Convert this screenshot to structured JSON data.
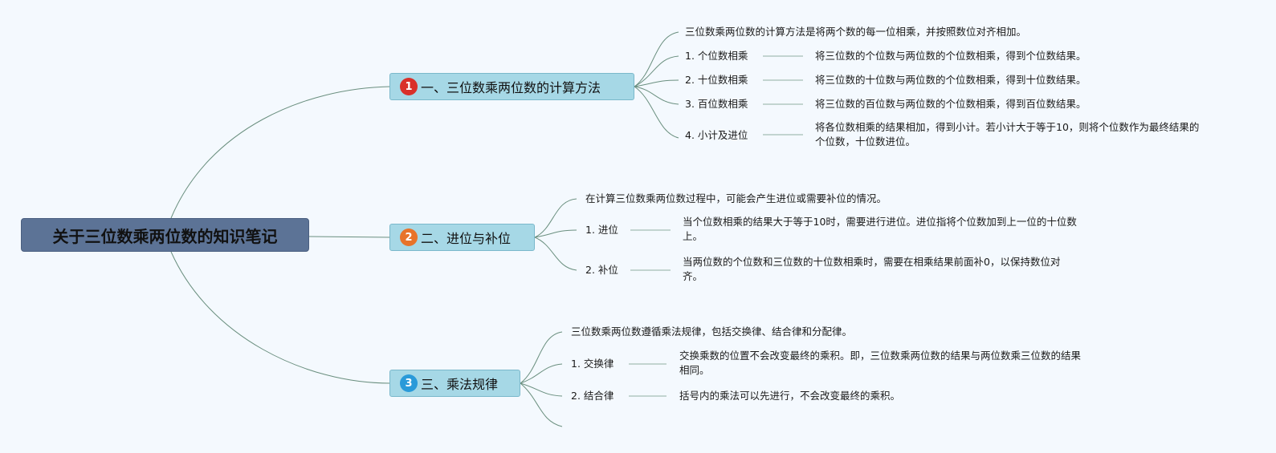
{
  "root": {
    "title": "关于三位数乘两位数的知识笔记"
  },
  "branches": [
    {
      "number": "1",
      "badge_color": "#d9302a",
      "title": "一、三位数乘两位数的计算方法",
      "summary": "三位数乘两位数的计算方法是将两个数的每一位相乘，并按照数位对齐相加。",
      "items": [
        {
          "label": "1. 个位数相乘",
          "detail": "将三位数的个位数与两位数的个位数相乘，得到个位数结果。"
        },
        {
          "label": "2. 十位数相乘",
          "detail": "将三位数的十位数与两位数的个位数相乘，得到十位数结果。"
        },
        {
          "label": "3. 百位数相乘",
          "detail": "将三位数的百位数与两位数的个位数相乘，得到百位数结果。"
        },
        {
          "label": "4. 小计及进位",
          "detail": "将各位数相乘的结果相加，得到小计。若小计大于等于10，则将个位数作为最终结果的个位数，十位数进位。"
        }
      ]
    },
    {
      "number": "2",
      "badge_color": "#e8732a",
      "title": "二、进位与补位",
      "summary": "在计算三位数乘两位数过程中，可能会产生进位或需要补位的情况。",
      "items": [
        {
          "label": "1. 进位",
          "detail": "当个位数相乘的结果大于等于10时，需要进行进位。进位指将个位数加到上一位的十位数上。"
        },
        {
          "label": "2. 补位",
          "detail": "当两位数的个位数和三位数的十位数相乘时，需要在相乘结果前面补0，以保持数位对齐。"
        }
      ]
    },
    {
      "number": "3",
      "badge_color": "#2a9ad9",
      "title": "三、乘法规律",
      "summary": "三位数乘两位数遵循乘法规律，包括交换律、结合律和分配律。",
      "items": [
        {
          "label": "1. 交换律",
          "detail": "交换乘数的位置不会改变最终的乘积。即，三位数乘两位数的结果与两位数乘三位数的结果相同。"
        },
        {
          "label": "2. 结合律",
          "detail": "括号内的乘法可以先进行，不会改变最终的乘积。"
        }
      ]
    }
  ]
}
